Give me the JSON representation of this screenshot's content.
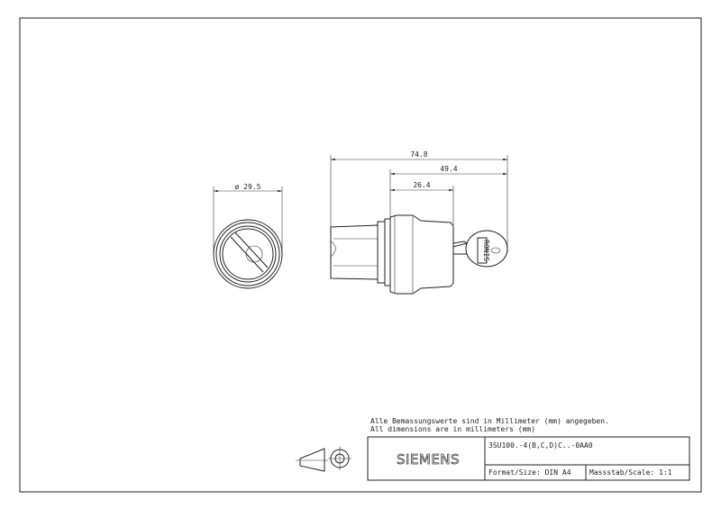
{
  "drawing": {
    "front_view": {
      "diameter_label": "ø 29.5"
    },
    "side_view": {
      "overall_length": "74.8",
      "head_to_key_length": "49.4",
      "head_length": "26.4",
      "key_marking": "RONIS"
    }
  },
  "notes": {
    "german": "Alle Bemassungswerte sind in Millimeter (mm) angegeben.",
    "english": "All dimensions are in millimeters (mm)"
  },
  "title_block": {
    "logo": "SIEMENS",
    "part_number": "3SU100.-4(B,C,D)C..-0AA0",
    "format": "Format/Size: DIN A4",
    "scale": "Massstab/Scale: 1:1"
  }
}
